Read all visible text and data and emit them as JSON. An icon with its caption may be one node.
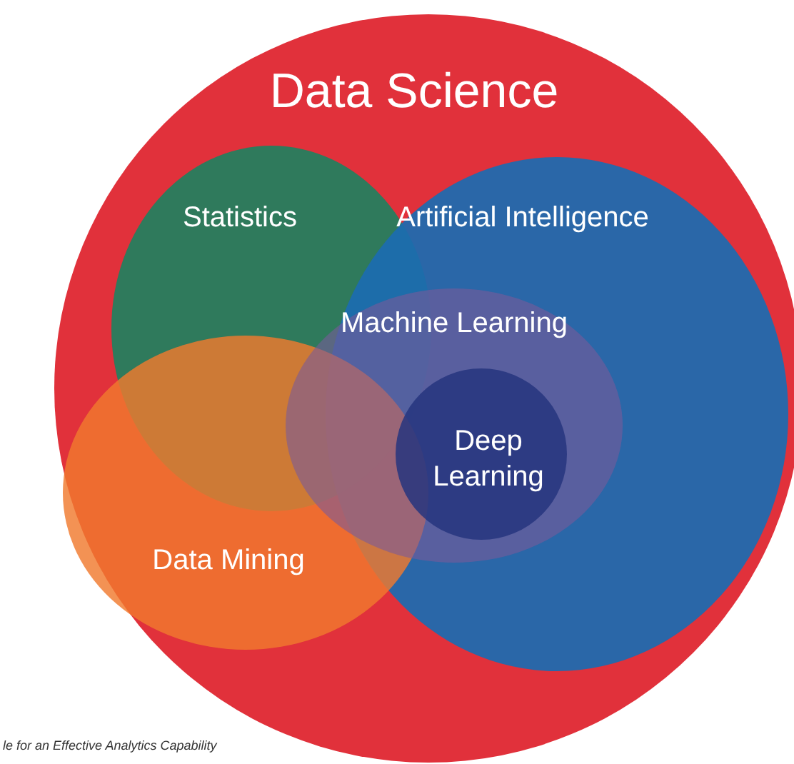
{
  "diagram": {
    "caption": "le for an Effective Analytics Capability",
    "nodes": [
      {
        "text": [
          "Data Science"
        ]
      },
      {
        "text": [
          "Statistics"
        ],
        "in": 0
      },
      {
        "text": [
          "Artificial Intelligence"
        ],
        "in": 0
      },
      {
        "text": [
          "Data Mining"
        ],
        "in": 0
      },
      {
        "text": [
          "Machine Learning"
        ],
        "in": 0
      },
      {
        "text": [
          "Deep Learning"
        ],
        "in": 4
      }
    ]
  }
}
